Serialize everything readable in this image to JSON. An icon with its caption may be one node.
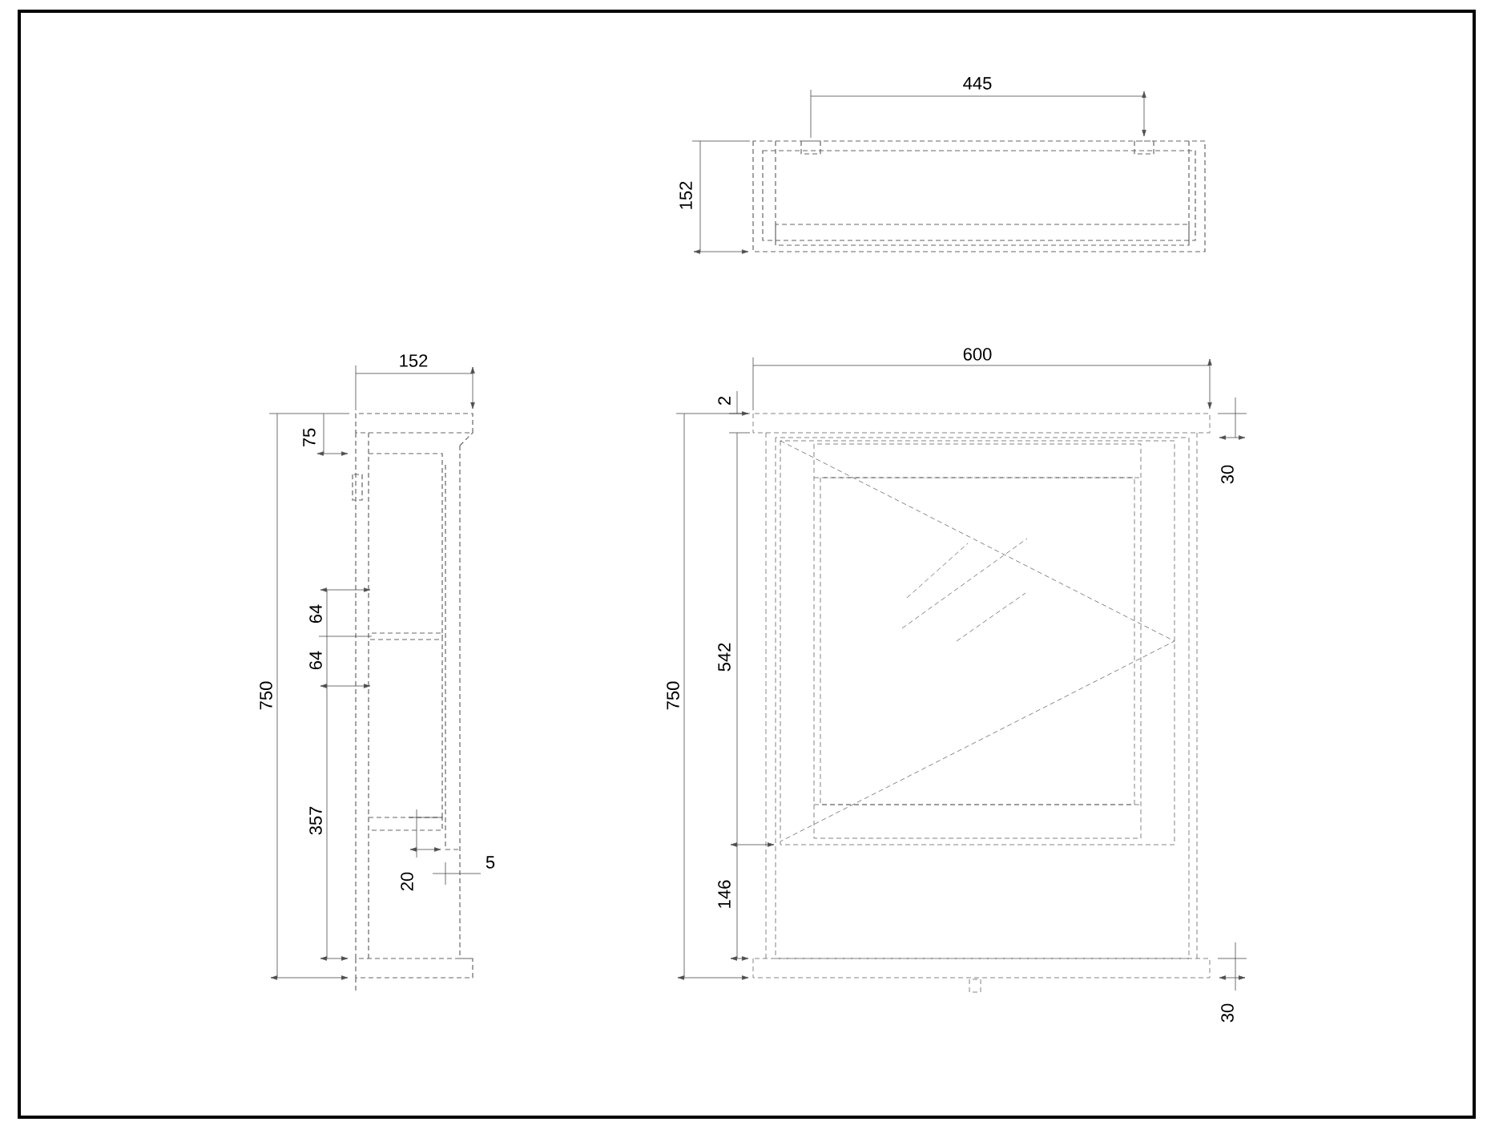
{
  "diagram": {
    "labels": [
      "445",
      "152",
      "152",
      "600",
      "2",
      "75",
      "30",
      "64",
      "64",
      "750",
      "542",
      "750",
      "357",
      "5",
      "20",
      "146",
      "30"
    ]
  }
}
